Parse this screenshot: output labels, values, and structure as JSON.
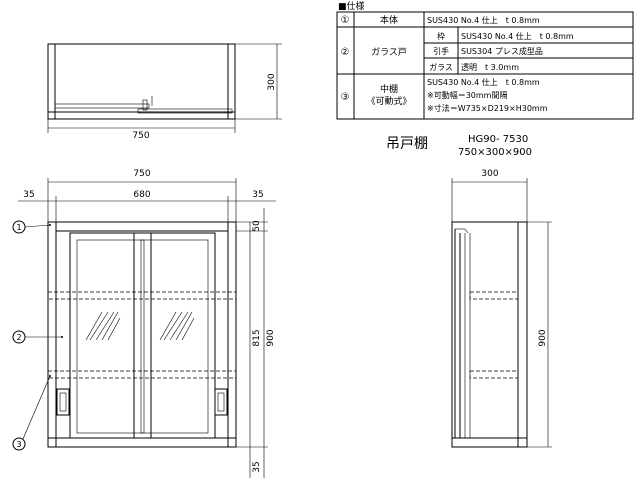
{
  "spec": {
    "heading": "■仕様",
    "rows": [
      {
        "no": "①",
        "part": "本体",
        "sub": "",
        "text": "SUS430 No.4 仕上　t 0.8mm"
      },
      {
        "no": "②",
        "part": "ガラス戸",
        "sub": "枠",
        "text": "SUS430 No.4 仕上　t 0.8mm"
      },
      {
        "no": "",
        "part": "",
        "sub": "引手",
        "text": "SUS304 プレス成型品"
      },
      {
        "no": "",
        "part": "",
        "sub": "ガラス",
        "text": "透明　t 3.0mm"
      },
      {
        "no": "③",
        "part": "中棚",
        "part2": "《可動式》",
        "sub": "",
        "text": "SUS430 No.4 仕上　t 0.8mm",
        "text2": "※可動幅＝30mm間隔",
        "text3": "※寸法＝W735×D219×H30mm"
      }
    ]
  },
  "product": {
    "name": "吊戸棚",
    "model": "HG90- 7530",
    "size": "750×300×900"
  },
  "dims": {
    "top_width": "750",
    "top_depth": "300",
    "front_width": "750",
    "front_inner": "680",
    "front_side_l": "35",
    "front_side_r": "35",
    "front_top": "50",
    "front_mid": "815",
    "front_height": "900",
    "front_bottom": "35",
    "side_depth": "300",
    "side_height": "900"
  },
  "callouts": {
    "c1": "1",
    "c2": "2",
    "c3": "3"
  }
}
